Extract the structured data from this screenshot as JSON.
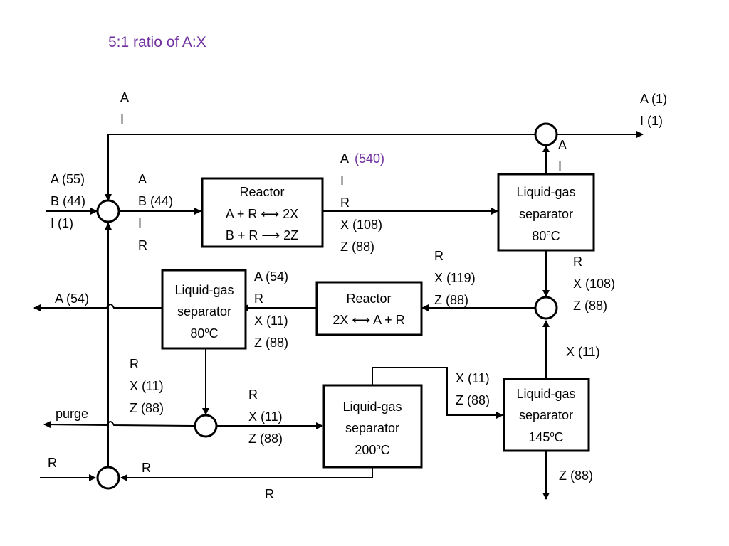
{
  "title": "5:1 ratio of A:X",
  "colors": {
    "title": "#7030a0",
    "highlight": "#7030a0",
    "line": "#000000"
  },
  "units": {
    "celsius": "C",
    "degree_sup": "o"
  },
  "units_arrows": {
    "equilibrium": "⟷",
    "forward": "⟶"
  },
  "reactor1": {
    "title": "Reactor",
    "eq1": "A + R ⟷ 2X",
    "eq2": "B + R ⟶ 2Z"
  },
  "reactor2": {
    "title": "Reactor",
    "eq1": "2X ⟷ A + R"
  },
  "sep_top": {
    "line1": "Liquid-gas",
    "line2": "separator",
    "temp": "80"
  },
  "sep_left": {
    "line1": "Liquid-gas",
    "line2": "separator",
    "temp": "80"
  },
  "sep_200": {
    "line1": "Liquid-gas",
    "line2": "separator",
    "temp": "200"
  },
  "sep_145": {
    "line1": "Liquid-gas",
    "line2": "separator",
    "temp": "145"
  },
  "streams": {
    "recycle_top": [
      "A",
      "I"
    ],
    "exit_top": [
      "A (1)",
      "I (1)"
    ],
    "sep_top_gas": [
      "A",
      "I"
    ],
    "reactor1_out": {
      "a_label": "A",
      "a_value": "(540)",
      "rest": [
        "I",
        "R",
        "X  (108)",
        "Z  (88)"
      ]
    },
    "feed": [
      "A (55)",
      "B (44)",
      "I (1)"
    ],
    "reactor1_in": [
      "A",
      "B (44)",
      "I",
      "R"
    ],
    "sep_top_liquid": [
      "R",
      "X (108)",
      "Z  (88)"
    ],
    "reactor2_in": [
      "R",
      "X (119)",
      "Z (88)"
    ],
    "sep_left_in": [
      "A (54)",
      "R",
      "X (11)",
      "Z (88)"
    ],
    "a_product": "A (54)",
    "x_recycle": "X  (11)",
    "sep_left_liquid": [
      "R",
      "X  (11)",
      "Z  (88)"
    ],
    "to_sep200": [
      "R",
      "X  (11)",
      "Z  (88)"
    ],
    "to_sep145": [
      "X (11)",
      "Z (88)"
    ],
    "purge": "purge",
    "z_product": "Z (88)",
    "r_feed": "R",
    "r_recycle_top": "R",
    "r_recycle_bottom": "R"
  }
}
